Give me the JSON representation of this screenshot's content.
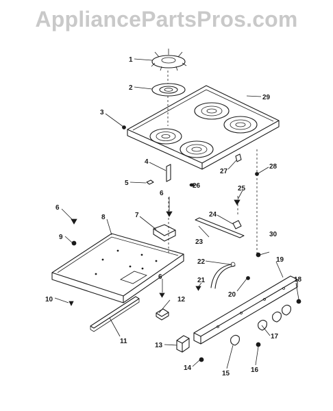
{
  "watermark": "AppliancePartsPros.com",
  "callouts": [
    "1",
    "2",
    "3",
    "4",
    "5",
    "6",
    "7",
    "8",
    "9",
    "10",
    "11",
    "12",
    "13",
    "14",
    "15",
    "16",
    "17",
    "18",
    "19",
    "20",
    "21",
    "22",
    "23",
    "24",
    "25",
    "26",
    "27",
    "28",
    "29",
    "30"
  ],
  "colors": {
    "ink": "#1a1a1a",
    "watermark": "#c9c9c9",
    "background": "#ffffff"
  }
}
